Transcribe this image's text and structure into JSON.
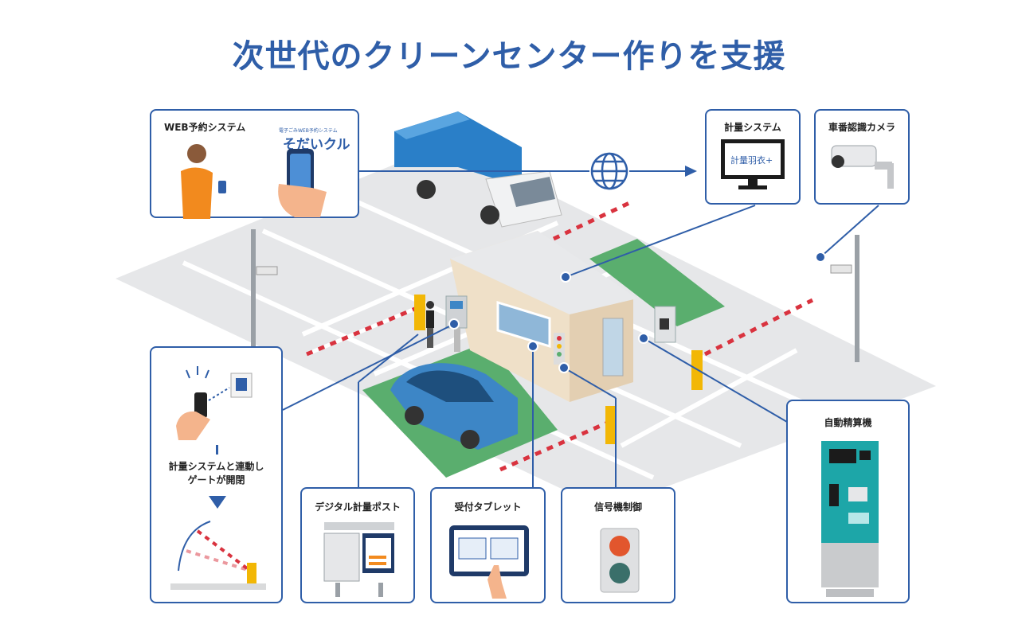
{
  "title": "次世代のクリーンセンター作りを支援",
  "cards": {
    "web_reservation": {
      "label": "WEB予約システム",
      "brand_sub": "電子ごみWEB予約システム",
      "brand_name": "そだいクル"
    },
    "weighing_system": {
      "label": "計量システム",
      "monitor_text": "計量羽衣+"
    },
    "plate_camera": {
      "label": "車番認識カメラ"
    },
    "auto_payment": {
      "label": "自動精算機"
    },
    "nfc_gate": {
      "line1": "計量システムと連動し",
      "line2": "ゲートが開閉"
    },
    "digital_post": {
      "label": "デジタル計量ポスト"
    },
    "reception_tablet": {
      "label": "受付タブレット"
    },
    "signal_control": {
      "label": "信号機制御"
    }
  },
  "colors": {
    "accent": "#2f5ea8",
    "truck": "#2a7fc8",
    "car": "#3d86c6",
    "ground_green": "#5aae6e",
    "barrier_red": "#d9333f",
    "barrier_yellow": "#f2b705"
  }
}
